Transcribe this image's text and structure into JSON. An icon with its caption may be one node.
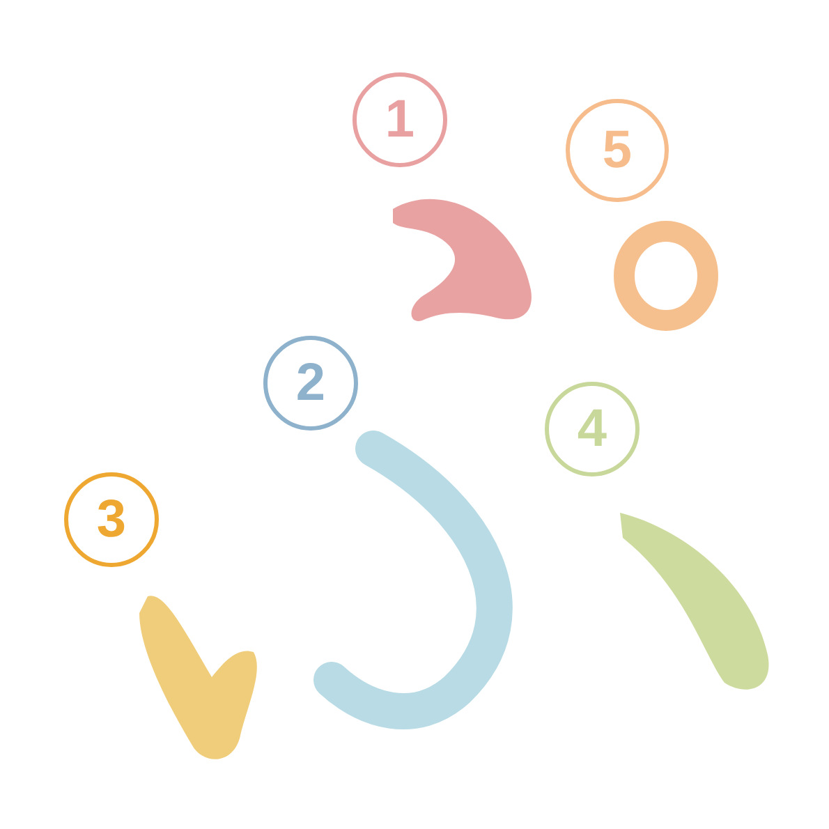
{
  "diagram": {
    "nodes": [
      {
        "text": [
          "1"
        ]
      },
      {
        "text": [
          "5"
        ]
      },
      {
        "text": [
          "2"
        ]
      },
      {
        "text": [
          "4"
        ]
      },
      {
        "text": [
          "3"
        ]
      }
    ]
  }
}
